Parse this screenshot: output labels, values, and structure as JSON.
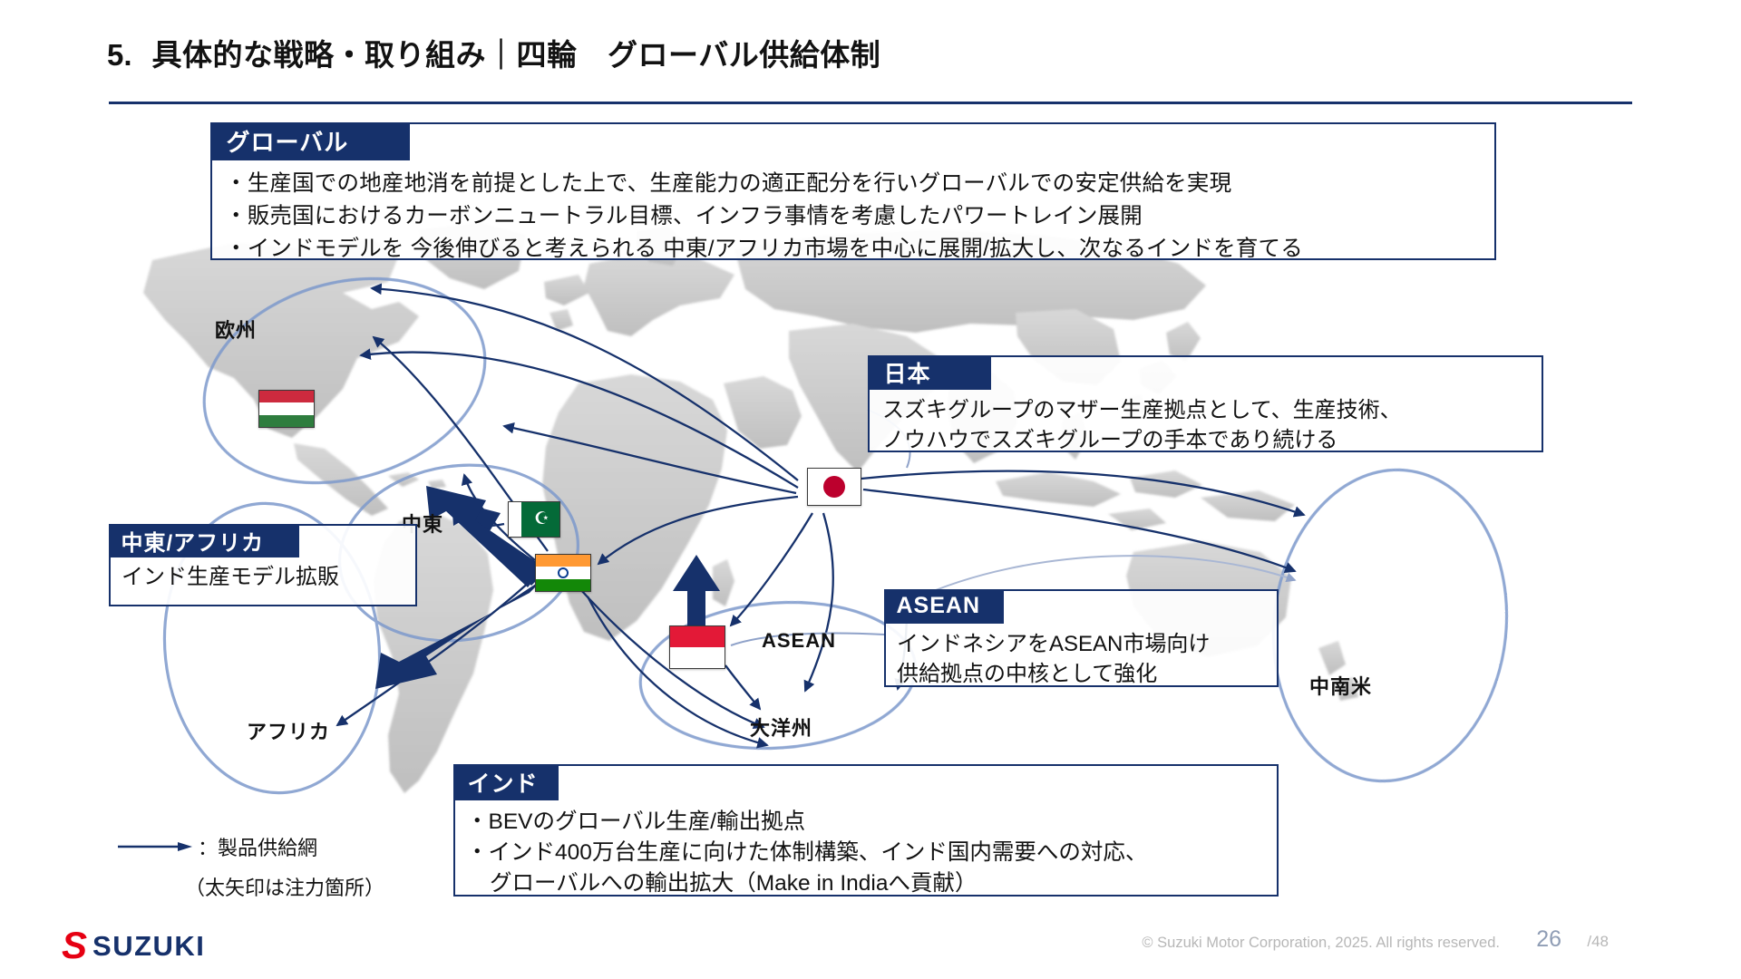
{
  "slide": {
    "number": "5.",
    "title": "具体的な戦略・取り組み｜四輪　グローバル供給体制",
    "accent_color": "#16316b",
    "brand_red": "#e60012"
  },
  "boxes": {
    "global": {
      "heading": "グローバル",
      "lines": [
        "・生産国での地産地消を前提とした上で、生産能力の適正配分を行いグローバルでの安定供給を実現",
        "・販売国におけるカーボンニュートラル目標、インフラ事情を考慮したパワートレイン展開",
        "・インドモデルを 今後伸びると考えられる 中東/アフリカ市場を中心に展開/拡大し、次なるインドを育てる"
      ]
    },
    "japan": {
      "heading": "日本",
      "lines": [
        "スズキグループのマザー生産拠点として、生産技術、",
        "ノウハウでスズキグループの手本であり続ける"
      ]
    },
    "middle_east_africa": {
      "heading": "中東/アフリカ",
      "lines": [
        "インド生産モデル拡販"
      ]
    },
    "asean": {
      "heading": "ASEAN",
      "lines": [
        "インドネシアをASEAN市場向け",
        "供給拠点の中核として強化"
      ]
    },
    "india": {
      "heading": "インド",
      "lines": [
        "・BEVのグローバル生産/輸出拠点",
        "・インド400万台生産に向けた体制構築、インド国内需要への対応、",
        "グローバルへの輸出拡大（Make in Indiaへ貢献）"
      ]
    }
  },
  "map_labels": {
    "europe": "欧州",
    "middle_east": "中東",
    "africa": "アフリカ",
    "asean": "ASEAN",
    "oceania": "大洋州",
    "latin_america": "中南米"
  },
  "flags": [
    {
      "name": "hungary-flag",
      "country": "Hungary"
    },
    {
      "name": "pakistan-flag",
      "country": "Pakistan"
    },
    {
      "name": "india-flag",
      "country": "India"
    },
    {
      "name": "japan-flag",
      "country": "Japan"
    },
    {
      "name": "indonesia-flag",
      "country": "Indonesia"
    }
  ],
  "legend": {
    "arrow_label": "：製品供給網",
    "note": "（太矢印は注力箇所）"
  },
  "footer": {
    "logo_mark": "S",
    "logo_word": "SUZUKI",
    "copyright": "© Suzuki Motor Corporation, 2025. All rights reserved.",
    "page": "26",
    "total": "/48"
  }
}
